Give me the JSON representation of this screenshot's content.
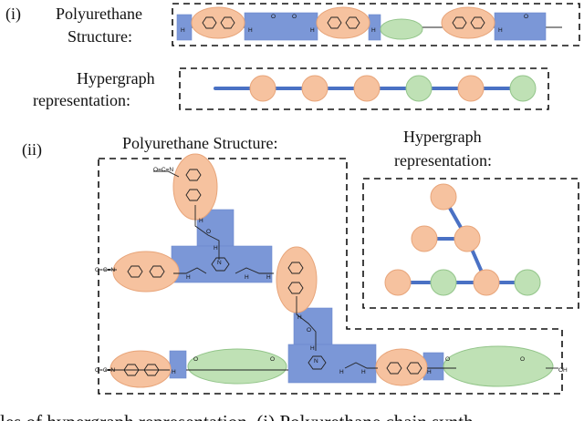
{
  "panel_i": {
    "marker": "(i)",
    "structure_label_line1": "Polyurethane",
    "structure_label_line2": "Structure:",
    "hypergraph_label_line1": "Hypergraph",
    "hypergraph_label_line2": "representation:"
  },
  "panel_ii": {
    "marker": "(ii)",
    "structure_label": "Polyurethane Structure:",
    "hypergraph_label_line1": "Hypergraph",
    "hypergraph_label_line2": "representation:"
  },
  "atoms": {
    "nh": "H",
    "n": "N",
    "o": "O",
    "oh": "OH",
    "isocyanate": "O=C=N"
  },
  "colors": {
    "hard_segment": "#f6c29f",
    "soft_segment": "#bfe1b5",
    "urethane": "#7b97d7",
    "edge": "#4a71c4"
  },
  "chain_hypergraph": {
    "nodes": [
      "hard",
      "hard",
      "hard",
      "soft",
      "hard",
      "soft"
    ]
  },
  "branched_hypergraph": {
    "nodes": [
      {
        "id": "a",
        "kind": "hard"
      },
      {
        "id": "b",
        "kind": "hard"
      },
      {
        "id": "c",
        "kind": "hard"
      },
      {
        "id": "d",
        "kind": "hard"
      },
      {
        "id": "e",
        "kind": "soft"
      },
      {
        "id": "f",
        "kind": "hard"
      },
      {
        "id": "g",
        "kind": "soft"
      }
    ],
    "edges": [
      [
        "a",
        "c"
      ],
      [
        "b",
        "c"
      ],
      [
        "c",
        "f"
      ],
      [
        "d",
        "g"
      ]
    ]
  },
  "caption": "les of hypergraph representation. (i) Polyurethane chain synth"
}
